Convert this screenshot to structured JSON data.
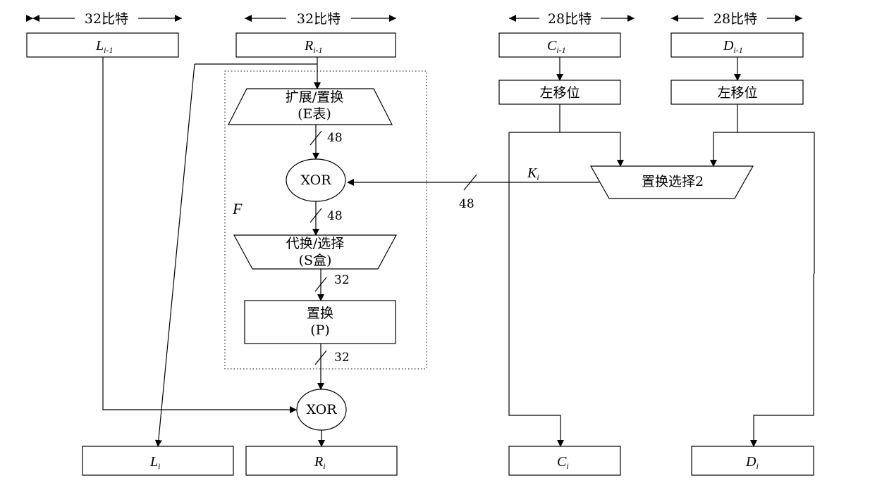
{
  "widths": {
    "l": "32比特",
    "r": "32比特",
    "c": "28比特",
    "d": "28比特"
  },
  "inputs": {
    "l": {
      "base": "L",
      "sub": "i-1"
    },
    "r": {
      "base": "R",
      "sub": "i-1"
    },
    "c": {
      "base": "C",
      "sub": "i-1"
    },
    "d": {
      "base": "D",
      "sub": "i-1"
    }
  },
  "outputs": {
    "l": {
      "base": "L",
      "sub": "i"
    },
    "r": {
      "base": "R",
      "sub": "i"
    },
    "c": {
      "base": "C",
      "sub": "i"
    },
    "d": {
      "base": "D",
      "sub": "i"
    }
  },
  "f_function": {
    "label": "F",
    "expansion": {
      "line1": "扩展/置换",
      "line2": "(E表)"
    },
    "xor": "XOR",
    "substitution": {
      "line1": "代换/选择",
      "line2": "(S盒)"
    },
    "permutation": {
      "line1": "置换",
      "line2": "(P)"
    },
    "widths": {
      "after_e": "48",
      "after_xor": "48",
      "after_s": "32",
      "after_p": "32"
    }
  },
  "xor_out": "XOR",
  "key_schedule": {
    "shift_c": "左移位",
    "shift_d": "左移位",
    "pc2": "置换选择2",
    "key": {
      "base": "K",
      "sub": "i"
    },
    "key_width": "48"
  }
}
